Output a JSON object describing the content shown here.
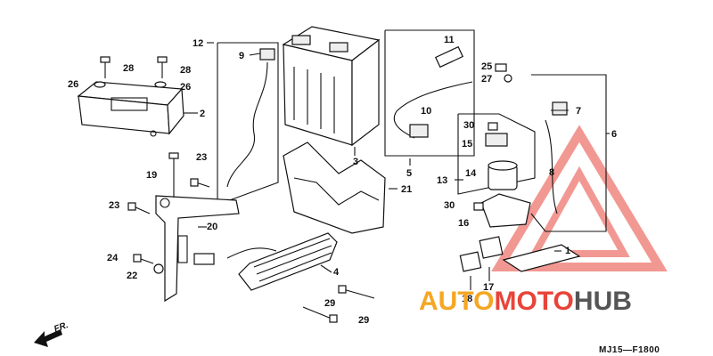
{
  "diagram": {
    "code": "MJ15—F1800",
    "front_label": "FR.",
    "colors": {
      "line": "#111111",
      "watermark_red": "#e8443a",
      "watermark_orange": "#f5a623",
      "watermark_gray": "#555555"
    },
    "watermark": {
      "part1": "AUTO",
      "part2": "MOTO",
      "part3": "HUB"
    },
    "callouts": [
      "1",
      "2",
      "3",
      "4",
      "5",
      "6",
      "7",
      "8",
      "9",
      "10",
      "11",
      "12",
      "13",
      "14",
      "15",
      "16",
      "17",
      "18",
      "19",
      "20",
      "21",
      "22",
      "23",
      "23",
      "24",
      "25",
      "26",
      "26",
      "27",
      "28",
      "28",
      "29",
      "29",
      "30",
      "30"
    ]
  }
}
